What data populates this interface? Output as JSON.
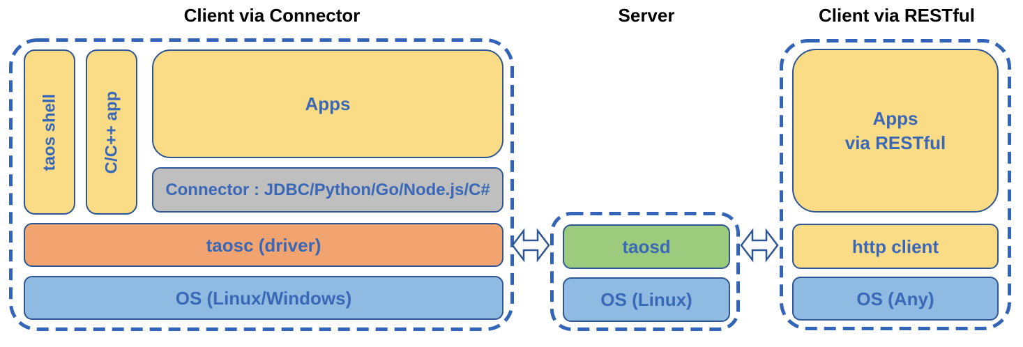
{
  "diagram": {
    "sections": [
      {
        "id": "client-via-connector",
        "title": "Client via Connector",
        "boxes": [
          {
            "label": "taos shell",
            "color": "yellow",
            "orientation": "vertical"
          },
          {
            "label": "C/C++ app",
            "color": "yellow",
            "orientation": "vertical"
          },
          {
            "label": "Apps",
            "color": "yellow"
          },
          {
            "label": "Connector : JDBC/Python/Go/Node.js/C#",
            "color": "gray"
          },
          {
            "label": "taosc (driver)",
            "color": "orange"
          },
          {
            "label": "OS (Linux/Windows)",
            "color": "blue"
          }
        ]
      },
      {
        "id": "server",
        "title": "Server",
        "boxes": [
          {
            "label": "taosd",
            "color": "green"
          },
          {
            "label": "OS (Linux)",
            "color": "blue"
          }
        ]
      },
      {
        "id": "client-via-restful",
        "title": "Client via RESTful",
        "boxes": [
          {
            "label": "Apps via RESTful",
            "label_lines": [
              "Apps",
              "via RESTful"
            ],
            "color": "yellow"
          },
          {
            "label": "http client",
            "color": "yellow"
          },
          {
            "label": "OS (Any)",
            "color": "blue"
          }
        ]
      }
    ],
    "connectors": [
      {
        "id": "arrow-client-server",
        "type": "double-headed-arrow",
        "between": [
          "client-via-connector",
          "server"
        ]
      },
      {
        "id": "arrow-server-restful",
        "type": "double-headed-arrow",
        "between": [
          "server",
          "client-via-restful"
        ]
      }
    ],
    "colors": {
      "yellow": "#FBDC86",
      "orange": "#F2A470",
      "blue": "#8FBBE2",
      "green": "#9CCB7D",
      "gray": "#BFBFBF",
      "border": "#2E5693",
      "dash": "#3464B7",
      "label": "#3A68B7",
      "title": "#000000"
    }
  }
}
